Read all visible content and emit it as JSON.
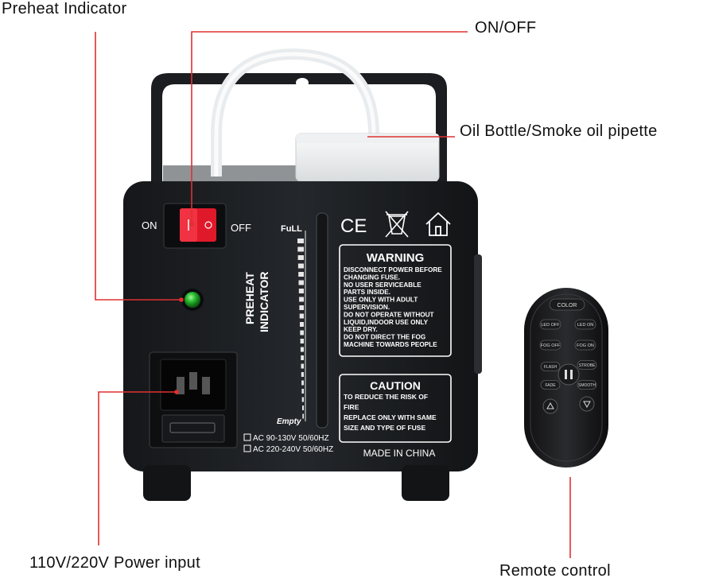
{
  "callouts": {
    "preheat": "Preheat Indicator",
    "onoff": "ON/OFF",
    "bottle": "Oil Bottle/Smoke oil pipette",
    "power": "110V/220V Power input",
    "remote": "Remote control"
  },
  "machine": {
    "switch_on": "ON",
    "switch_off": "OFF",
    "preheat_label_1": "PREHEAT",
    "preheat_label_2": "INDICATOR",
    "gauge_full": "FuLL",
    "gauge_empty": "Empty",
    "voltage_1": "AC 90-130V 50/60HZ",
    "voltage_2": "AC 220-240V 50/60HZ",
    "ce_mark": "CE",
    "warning_title": "WARNING",
    "warning_lines": [
      "DISCONNECT POWER BEFORE",
      "CHANGING FUSE.",
      "NO USER SERVICEABLE",
      "PARTS INSIDE.",
      "USE ONLY WITH ADULT",
      "SUPERVISION.",
      "DO NOT OPERATE WITHOUT",
      "LIQUID,INDOOR USE ONLY",
      "KEEP DRY.",
      "DO NOT DIRECT THE FOG",
      "MACHINE TOWARDS PEOPLE"
    ],
    "caution_title": "CAUTION",
    "caution_lines": [
      "TO REDUCE THE RISK OF",
      "FIRE",
      "REPLACE ONLY WITH SAME",
      "SIZE AND TYPE OF FUSE"
    ],
    "made_in": "MADE IN CHINA"
  },
  "remote": {
    "color": "COLOR",
    "led_off": "LED OFF",
    "led_on": "LED ON",
    "fog_off": "FOG OFF",
    "fog_on": "FOG ON",
    "flash": "FLASH",
    "strobe": "STROBE",
    "fade": "FADE",
    "smooth": "SMOOTH"
  },
  "colors": {
    "callout_line": "#e03030",
    "body": "#1d1f22",
    "switch": "#e0192a",
    "led": "#23b52a"
  }
}
